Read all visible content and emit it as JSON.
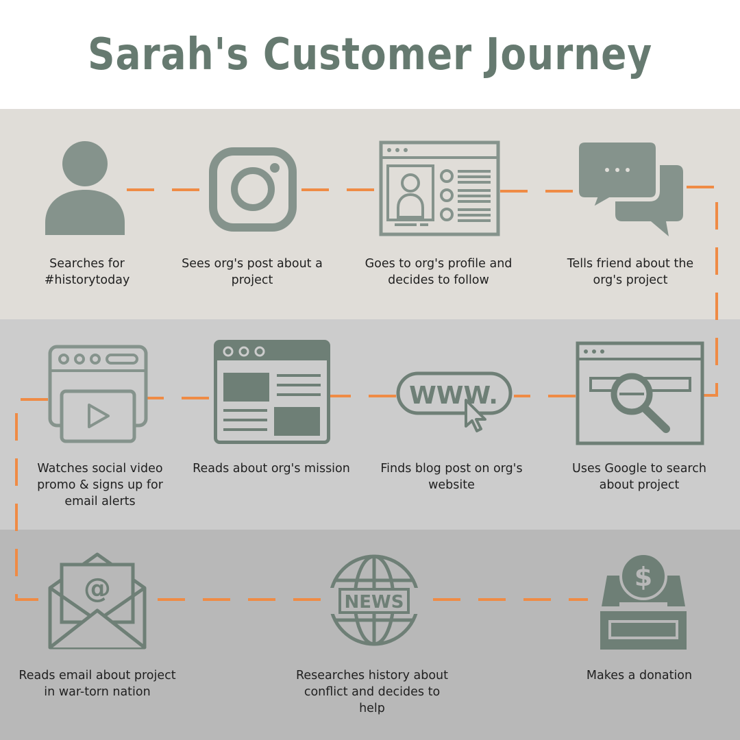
{
  "title": "Sarah's Customer Journey",
  "colors": {
    "icon": "#85938c",
    "icon_dark": "#6e7f76",
    "connector": "#ef8b45"
  },
  "steps": [
    {
      "icon": "person-icon",
      "label": "Searches for #historytoday"
    },
    {
      "icon": "instagram-icon",
      "label": "Sees org's post about a project"
    },
    {
      "icon": "profile-page-icon",
      "label": "Goes to org's profile and decides to follow"
    },
    {
      "icon": "chat-bubbles-icon",
      "label": "Tells friend about the org's project"
    },
    {
      "icon": "search-browser-icon",
      "label": "Uses Google to search about project"
    },
    {
      "icon": "www-cursor-icon",
      "label": "Finds blog post on org's website"
    },
    {
      "icon": "article-browser-icon",
      "label": "Reads about org's mission"
    },
    {
      "icon": "video-browser-icon",
      "label": "Watches social video promo & signs up for email alerts"
    },
    {
      "icon": "email-envelope-icon",
      "label": "Reads email about project in war-torn nation"
    },
    {
      "icon": "news-globe-icon",
      "label": "Researches history about conflict and decides to help"
    },
    {
      "icon": "donation-box-icon",
      "label": "Makes a donation"
    }
  ],
  "www_text": "WWW.",
  "news_text": "NEWS",
  "email_symbol": "@",
  "dollar_symbol": "$"
}
